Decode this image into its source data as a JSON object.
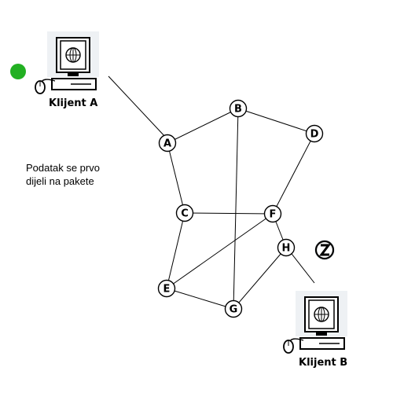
{
  "status_dot_color": "#22b022",
  "note": {
    "line1": "Podatak se prvo",
    "line2": "dijeli na pakete"
  },
  "clients": {
    "a": {
      "label": "Klijent A",
      "icon": "computer-icon"
    },
    "b": {
      "label": "Klijent B",
      "icon": "computer-icon"
    }
  },
  "nodes": [
    "A",
    "B",
    "C",
    "D",
    "E",
    "F",
    "G",
    "H"
  ],
  "links": [
    [
      "A",
      "B"
    ],
    [
      "B",
      "D"
    ],
    [
      "B",
      "G"
    ],
    [
      "A",
      "C"
    ],
    [
      "C",
      "F"
    ],
    [
      "D",
      "F"
    ],
    [
      "F",
      "E"
    ],
    [
      "F",
      "H"
    ],
    [
      "C",
      "E"
    ],
    [
      "E",
      "G"
    ],
    [
      "G",
      "H"
    ]
  ],
  "packet_icon": "data-packet-icon"
}
